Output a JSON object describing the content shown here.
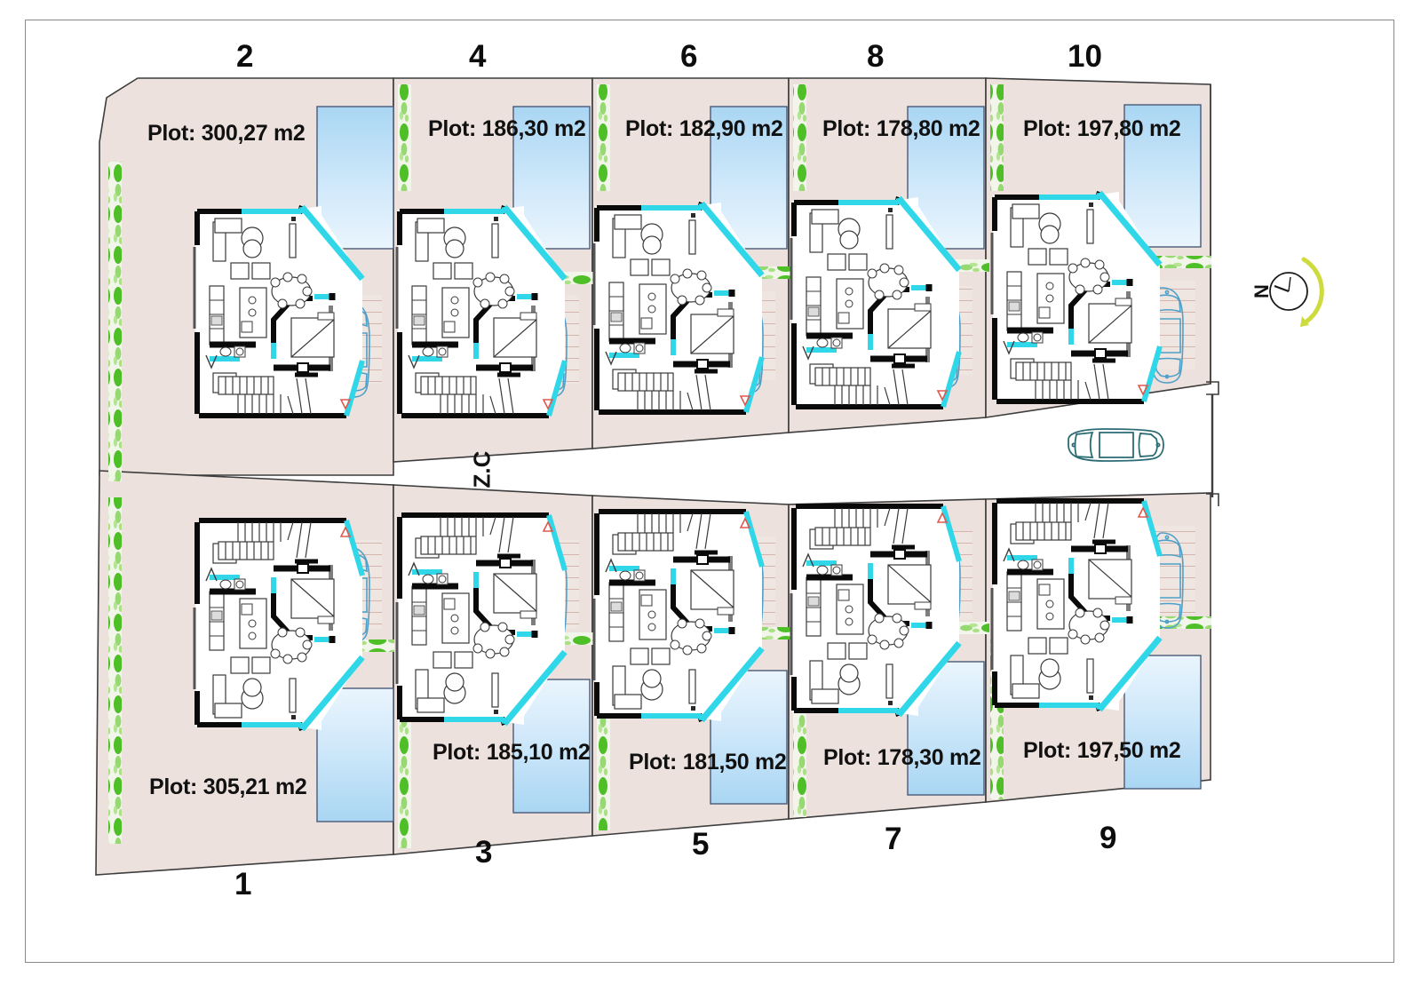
{
  "document": {
    "type": "architectural-site-plan",
    "title": "",
    "background_color": "#ffffff",
    "frame_border_color": "#8a8a8a"
  },
  "colors": {
    "plot_fill": "#ece1dd",
    "plot_outline": "#3d3d3d",
    "pool_fill_top": "#a9d6f3",
    "pool_fill_bottom": "#eaf5fd",
    "pool_border": "#4a5a78",
    "hedge_green": "#55c02e",
    "wall_black": "#0a0a0a",
    "wall_cyan": "#2fd7e8",
    "car_teal": "#2a6b74",
    "car_blue": "#4ea0c8",
    "label_text": "#111111",
    "compass_arc": "#cddb3c"
  },
  "north_indicator": {
    "label": "N",
    "rotation_deg": -90
  },
  "common_zone": {
    "label": "Z.C",
    "rotation_deg": -90,
    "description": "Zona Comun / common central driveway between the two rows"
  },
  "top_row": {
    "numbers": [
      "2",
      "4",
      "6",
      "8",
      "10"
    ],
    "plots": [
      {
        "number": "2",
        "label": "Plot: 300,27 m2",
        "area_m2": 300.27
      },
      {
        "number": "4",
        "label": "Plot: 186,30 m2",
        "area_m2": 186.3
      },
      {
        "number": "6",
        "label": "Plot: 182,90 m2",
        "area_m2": 182.9
      },
      {
        "number": "8",
        "label": "Plot: 178,80 m2",
        "area_m2": 178.8
      },
      {
        "number": "10",
        "label": "Plot: 197,80 m2",
        "area_m2": 197.8
      }
    ]
  },
  "bottom_row": {
    "numbers": [
      "1",
      "3",
      "5",
      "7",
      "9"
    ],
    "plots": [
      {
        "number": "1",
        "label": "Plot: 305,21 m2",
        "area_m2": 305.21
      },
      {
        "number": "3",
        "label": "Plot: 185,10 m2",
        "area_m2": 185.1
      },
      {
        "number": "5",
        "label": "Plot: 181,50 m2",
        "area_m2": 181.5
      },
      {
        "number": "7",
        "label": "Plot: 178,30 m2",
        "area_m2": 178.3
      },
      {
        "number": "9",
        "label": "Plot: 197,50 m2",
        "area_m2": 197.5
      }
    ]
  },
  "legend_notes": {
    "pool_icon": "swimming-pool",
    "car_icon": "car-top-view",
    "hedge_icon": "hedge-planting",
    "stairs_icon": "staircase"
  }
}
